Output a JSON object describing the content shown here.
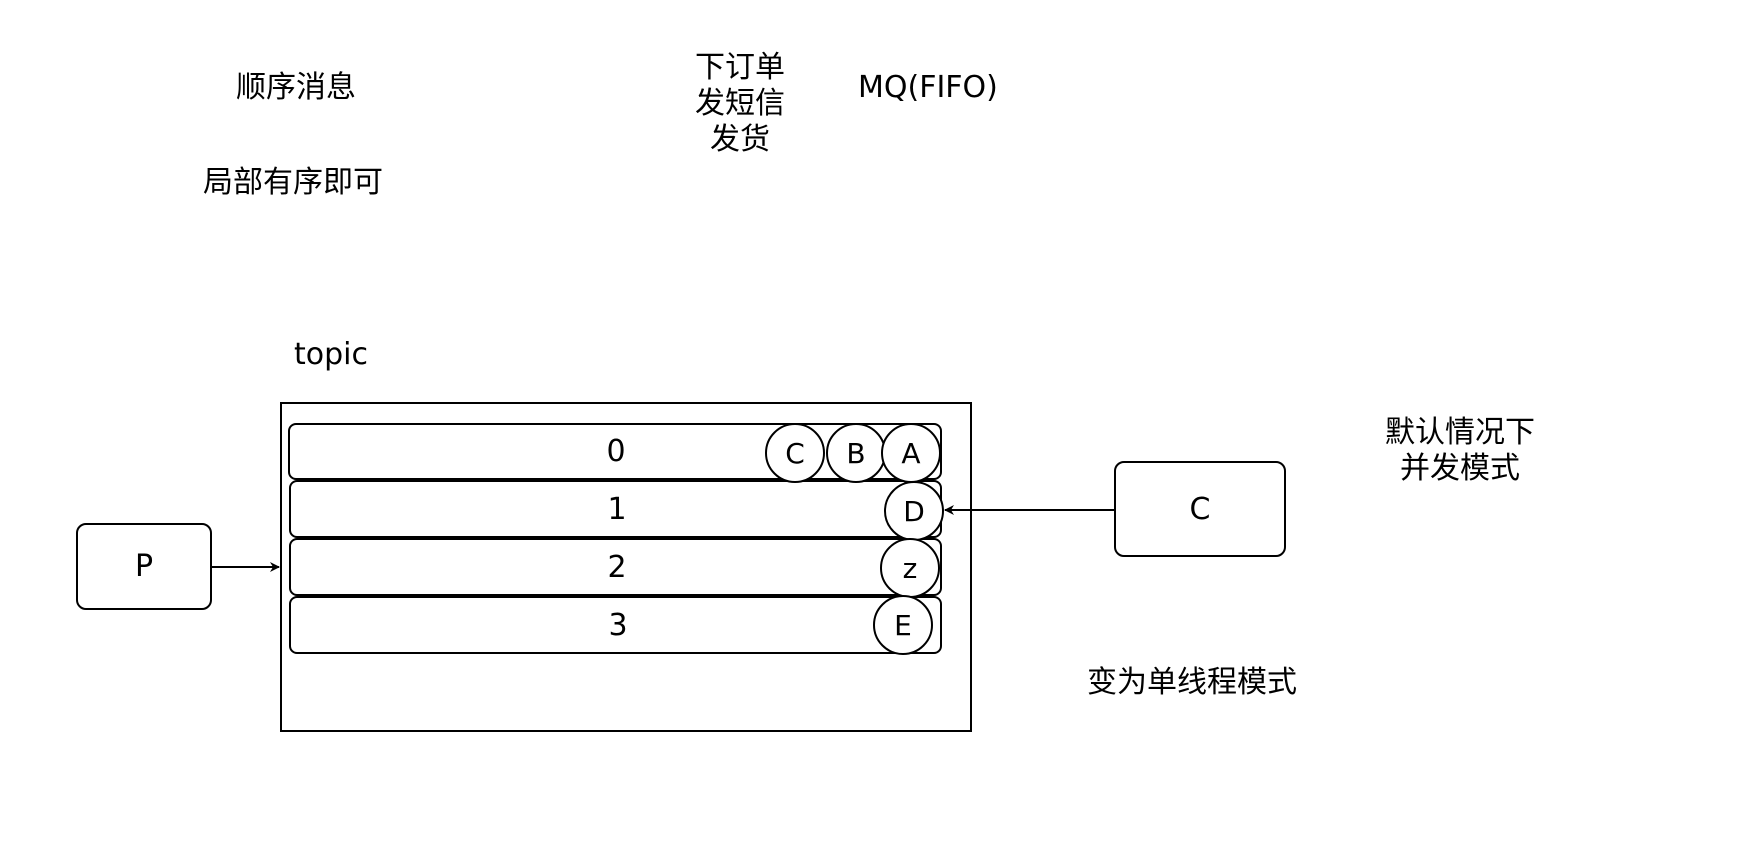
{
  "notes": {
    "ordered_message": "顺序消息",
    "partial_order": "局部有序即可",
    "steps": "下订单\n发短信\n发货",
    "mq_fifo": "MQ(FIFO)",
    "default_mode": "默认情况下\n并发模式",
    "single_thread_mode": "变为单线程模式"
  },
  "topic": {
    "label": "topic",
    "queues": [
      {
        "id": "0",
        "messages": [
          "C",
          "B",
          "A"
        ]
      },
      {
        "id": "1",
        "messages": [
          "D"
        ]
      },
      {
        "id": "2",
        "messages": [
          "z"
        ]
      },
      {
        "id": "3",
        "messages": [
          "E"
        ]
      }
    ]
  },
  "producer": {
    "label": "P"
  },
  "consumer": {
    "label": "C"
  }
}
